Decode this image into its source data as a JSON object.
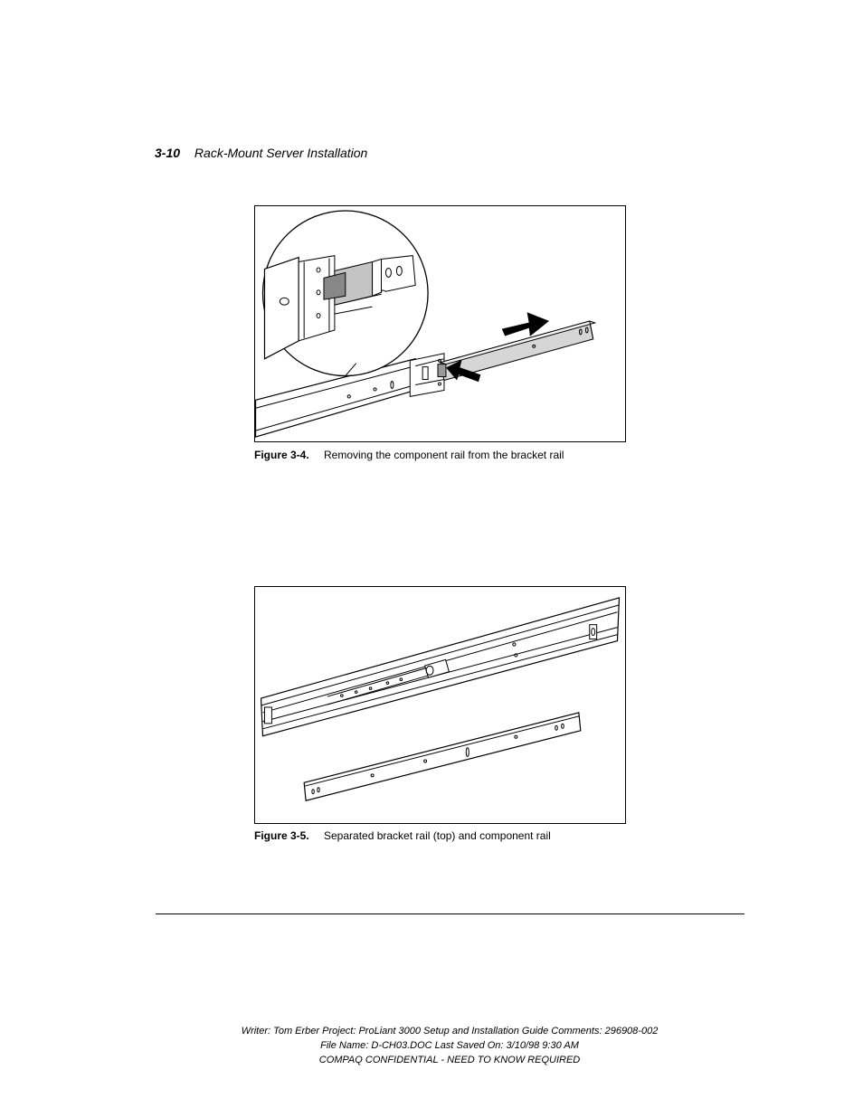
{
  "header": {
    "page_number": "3-10",
    "section_title": "Rack-Mount Server Installation"
  },
  "figures": [
    {
      "label": "Figure 3-4.",
      "caption": "Removing the component rail from the bracket rail"
    },
    {
      "label": "Figure 3-5.",
      "caption": "Separated bracket rail (top) and component rail"
    }
  ],
  "footer": {
    "line1": "Writer: Tom Erber   Project: ProLiant 3000 Setup and Installation Guide   Comments: 296908-002",
    "line2": "File Name: D-CH03.DOC   Last Saved On: 3/10/98 9:30 AM",
    "line3": "COMPAQ CONFIDENTIAL - NEED TO KNOW REQUIRED"
  }
}
